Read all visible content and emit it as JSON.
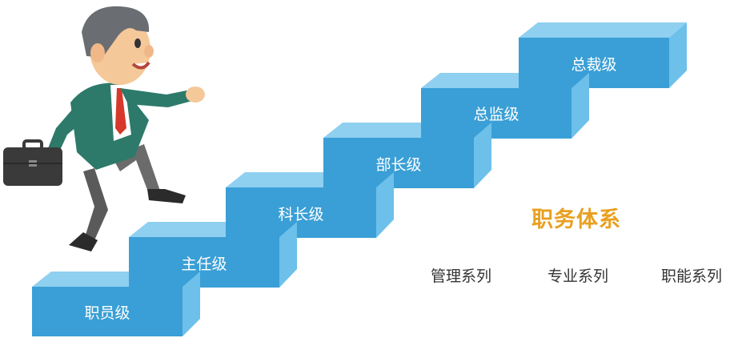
{
  "steps": [
    {
      "label": "职员级"
    },
    {
      "label": "主任级"
    },
    {
      "label": "科长级"
    },
    {
      "label": "部长级"
    },
    {
      "label": "总监级"
    },
    {
      "label": "总裁级"
    }
  ],
  "system": {
    "title": "职务体系",
    "series": [
      "管理系列",
      "专业系列",
      "职能系列"
    ]
  },
  "colors": {
    "step_front": "#3a9fd6",
    "step_top": "#8fd0f0",
    "step_side": "#6cc0ea",
    "title": "#e8a020"
  },
  "illustration": {
    "icon": "businessman-climbing-icon",
    "briefcase_icon": "briefcase-icon"
  }
}
